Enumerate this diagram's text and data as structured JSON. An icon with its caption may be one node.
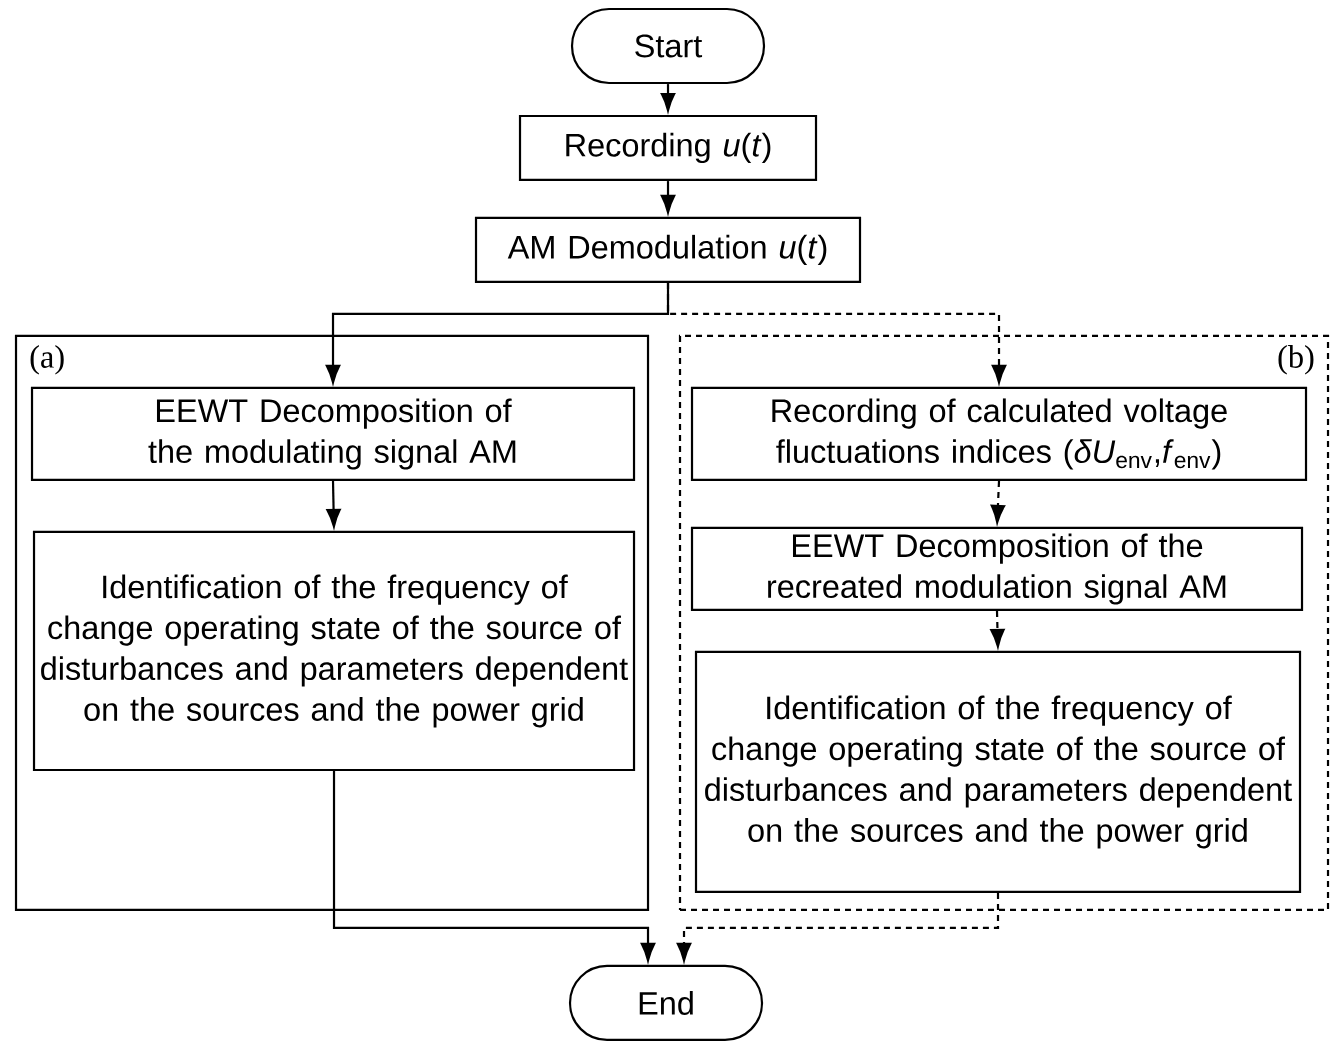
{
  "diagram": {
    "nodes": [
      {
        "text": [
          "Start"
        ]
      },
      {
        "text": [
          "Recording *u*(*t*)"
        ]
      },
      {
        "text": [
          "AM Demodulation *u*(*t*)"
        ]
      },
      {
        "text": [
          "(a)"
        ]
      },
      {
        "text": [
          "EEWT Decomposition of the modulating signal AM"
        ],
        "in": 3
      },
      {
        "text": [
          "Identification of the frequency of change operating state of the source of disturbances and parameters dependent on the sources and the power grid"
        ],
        "in": 3
      },
      {
        "text": [
          "(b)"
        ]
      },
      {
        "text": [
          "Recording of calculated voltage fluctuations indices (*δU*$_{env}$,*f*$_{env}$)"
        ],
        "in": 6
      },
      {
        "text": [
          "EEWT Decomposition of the recreated modulation signal AM"
        ],
        "in": 6
      },
      {
        "text": [
          "Identification of the frequency of change operating state of the source of disturbances and parameters dependent on the sources and the power grid"
        ],
        "in": 6
      },
      {
        "text": [
          "End"
        ]
      }
    ],
    "edges": [
      {
        "from": 0,
        "to": 1,
        "arrow": "to"
      },
      {
        "from": 1,
        "to": 2,
        "arrow": "to"
      },
      {
        "from": 2,
        "to": 4,
        "arrow": "to"
      },
      {
        "from": 2,
        "to": 7,
        "arrow": "to",
        "style": "dashed"
      },
      {
        "from": 4,
        "to": 5,
        "arrow": "to"
      },
      {
        "from": 7,
        "to": 8,
        "arrow": "to",
        "style": "dashed"
      },
      {
        "from": 8,
        "to": 9,
        "arrow": "to",
        "style": "dashed"
      },
      {
        "from": 5,
        "to": 10,
        "arrow": "to"
      },
      {
        "from": 9,
        "to": 10,
        "arrow": "to",
        "style": "dashed"
      }
    ]
  }
}
